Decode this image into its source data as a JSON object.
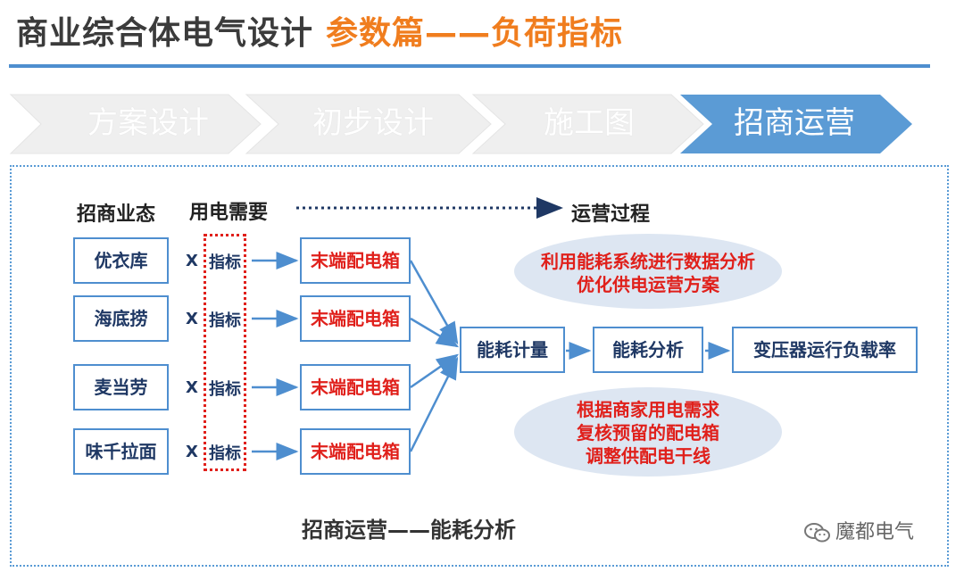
{
  "header": {
    "title_main": "商业综合体电气设计",
    "title_accent": "参数篇——负荷指标"
  },
  "steps": [
    {
      "label": "方案设计",
      "active": false
    },
    {
      "label": "初步设计",
      "active": false
    },
    {
      "label": "施工图",
      "active": false
    },
    {
      "label": "招商运营",
      "active": true
    }
  ],
  "diagram": {
    "col_tenant_header": "招商业态",
    "col_demand_header": "用电需要",
    "col_process_header": "运营过程",
    "tenants": [
      "优衣库",
      "海底捞",
      "麦当劳",
      "味千拉面"
    ],
    "multiply_symbol": "X",
    "metric_label": "指标",
    "box_label": "末端配电箱",
    "energy_metering": "能耗计量",
    "energy_analysis": "能耗分析",
    "transformer_load_rate": "变压器运行负载率",
    "note_top": [
      "利用能耗系统进行数据分析",
      "优化供电运营方案"
    ],
    "note_bottom": [
      "根据商家用电需求",
      "复核预留的配电箱",
      "调整供配电干线"
    ],
    "caption": "招商运营——能耗分析"
  },
  "watermark": {
    "icon": "wechat-icon",
    "text": "魔都电气"
  },
  "colors": {
    "accent_orange": "#f07d1e",
    "rule_blue": "#4e8ecf",
    "active_step": "#4e8ecf",
    "inactive_step": "#efefef",
    "red_text": "#e0201b",
    "navy_text": "#1f3864"
  }
}
